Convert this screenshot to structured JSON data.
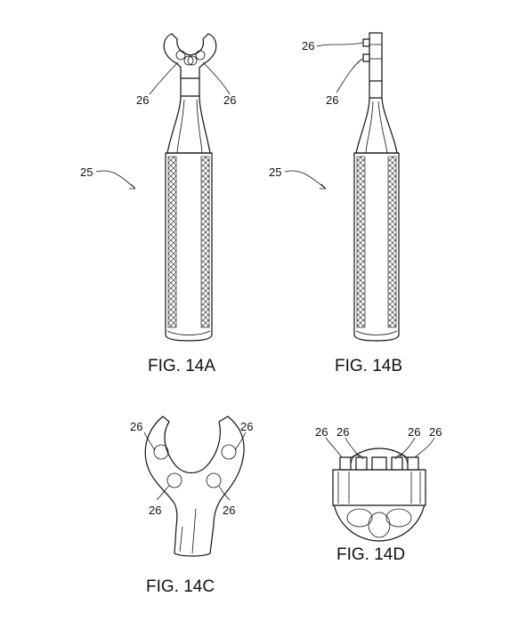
{
  "figures": {
    "a": {
      "caption": "FIG. 14A",
      "refs": [
        "26",
        "26",
        "25"
      ]
    },
    "b": {
      "caption": "FIG. 14B",
      "refs": [
        "26",
        "26",
        "25"
      ]
    },
    "c": {
      "caption": "FIG. 14C",
      "refs": [
        "26",
        "26",
        "26",
        "26"
      ]
    },
    "d": {
      "caption": "FIG. 14D",
      "refs": [
        "26",
        "26",
        "26",
        "26"
      ]
    }
  }
}
